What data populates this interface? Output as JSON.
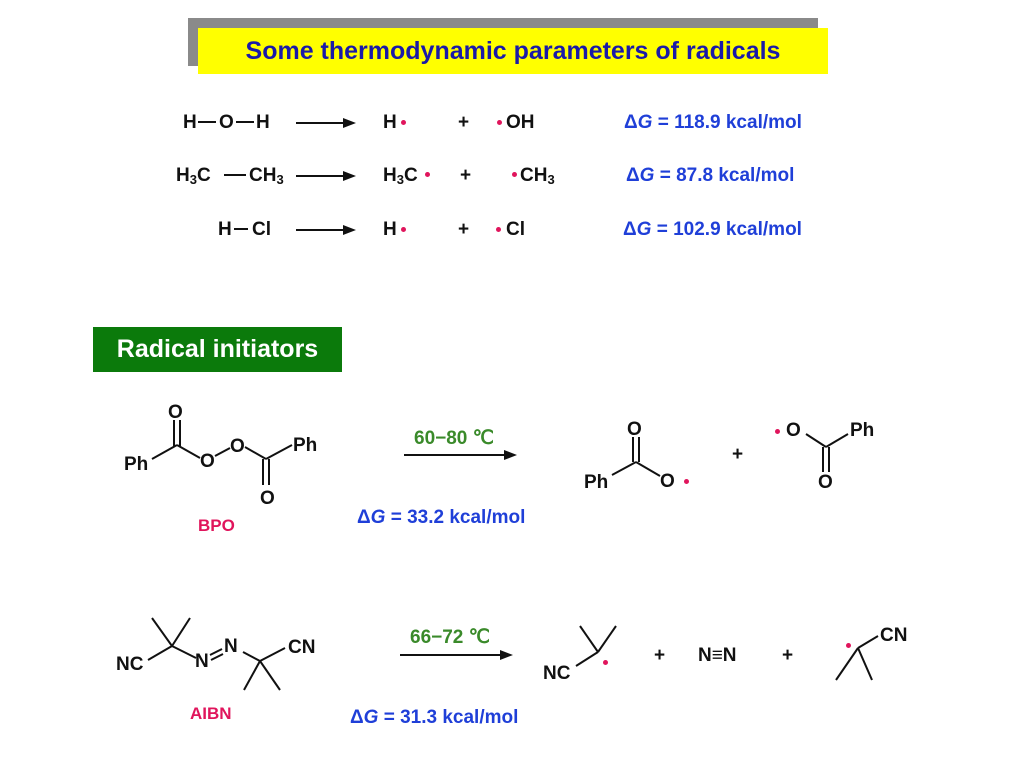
{
  "title": "Some thermodynamic parameters of radicals",
  "section_title": "Radical initiators",
  "dissociations": [
    {
      "bond_left": "H",
      "bond_right": "H",
      "bond_mid": "O",
      "prod1": "H",
      "plus": "+",
      "prod2": "OH",
      "dg_label": "G",
      "dg_value": "= 118.9 kcal/mol"
    },
    {
      "bond_left": "H3C",
      "bond_right": "CH3",
      "prod1": "H3C",
      "plus": "+",
      "prod2": "CH3",
      "dg_label": "G",
      "dg_value": "= 87.8 kcal/mol"
    },
    {
      "bond_left": "H",
      "bond_right": "Cl",
      "prod1": "H",
      "plus": "+",
      "prod2": "Cl",
      "dg_label": "G",
      "dg_value": "= 102.9 kcal/mol"
    }
  ],
  "bpo": {
    "name": "BPO",
    "conditions": "60−80 ℃",
    "dg_label": "G",
    "dg_value": "= 33.2 kcal/mol",
    "atoms": {
      "ph": "Ph",
      "o": "O",
      "plus": "+"
    }
  },
  "aibn": {
    "name": "AIBN",
    "conditions": "66−72 ℃",
    "dg_label": "G",
    "dg_value": "= 31.3 kcal/mol",
    "atoms": {
      "nc": "NC",
      "cn": "CN",
      "n": "N",
      "n2": "N≡N",
      "plus": "+"
    }
  },
  "colors": {
    "title_bg": "#ffff00",
    "title_text": "#1a1aa8",
    "section_bg": "#0b7a0b",
    "dg_text": "#1f3fd8",
    "name_text": "#e0155c",
    "cond_text": "#3a8a2a",
    "radical_dot": "#e0155c"
  }
}
